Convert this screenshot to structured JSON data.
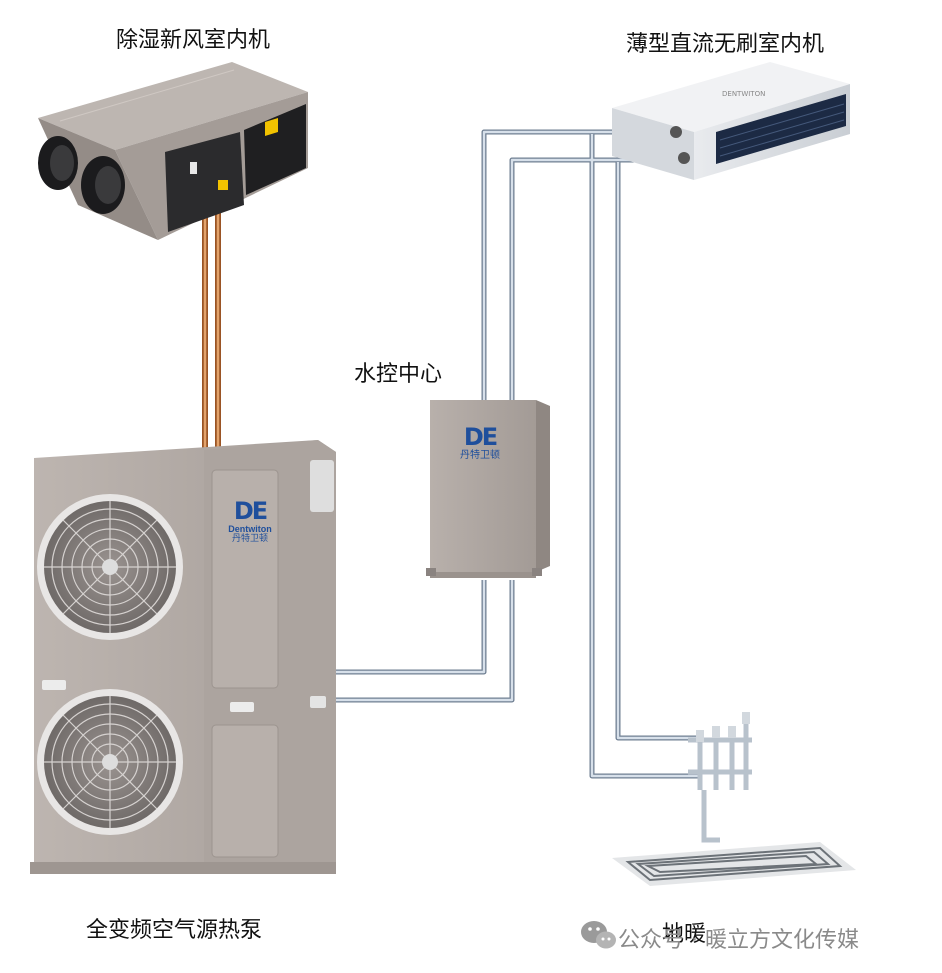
{
  "labels": {
    "erv": "除湿新风室内机",
    "fancoil": "薄型直流无刷室内机",
    "hydro": "水控中心",
    "heatpump": "全变频空气源热泵",
    "floor": "地暖"
  },
  "brand": {
    "logo": "DE",
    "en": "Dentwiton",
    "cn": "丹特卫顿",
    "color": "#1f4f9c"
  },
  "watermark": {
    "text": "公众号 · 暖立方文化传媒",
    "icon": "wechat-icon"
  },
  "colors": {
    "copper": "#c8783c",
    "pipe": "#b9c6d6",
    "unit": "#b3aba6"
  }
}
